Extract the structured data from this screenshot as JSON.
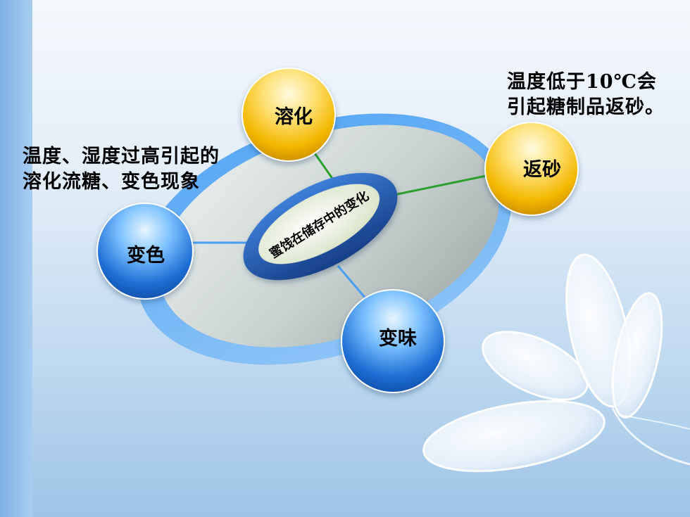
{
  "diagram": {
    "center": {
      "label": "蜜饯在储存中的变化"
    },
    "nodes": {
      "dissolve": {
        "label": "溶化"
      },
      "sanding": {
        "label": "返砂"
      },
      "discolor": {
        "label": "变色"
      },
      "offflavor": {
        "label": "变味"
      }
    }
  },
  "notes": {
    "left": [
      "温度、湿度过高引起的",
      "溶化流糖、变色现象"
    ],
    "right": [
      "温度低于10℃会",
      "引起糖制品返砂。"
    ]
  },
  "colors": {
    "gold_node": "#f2b800",
    "blue_node": "#1f6fd6",
    "center_oval": "#2667c5",
    "connector_green": "#2ca02c",
    "connector_blue": "#4a9ef0"
  }
}
